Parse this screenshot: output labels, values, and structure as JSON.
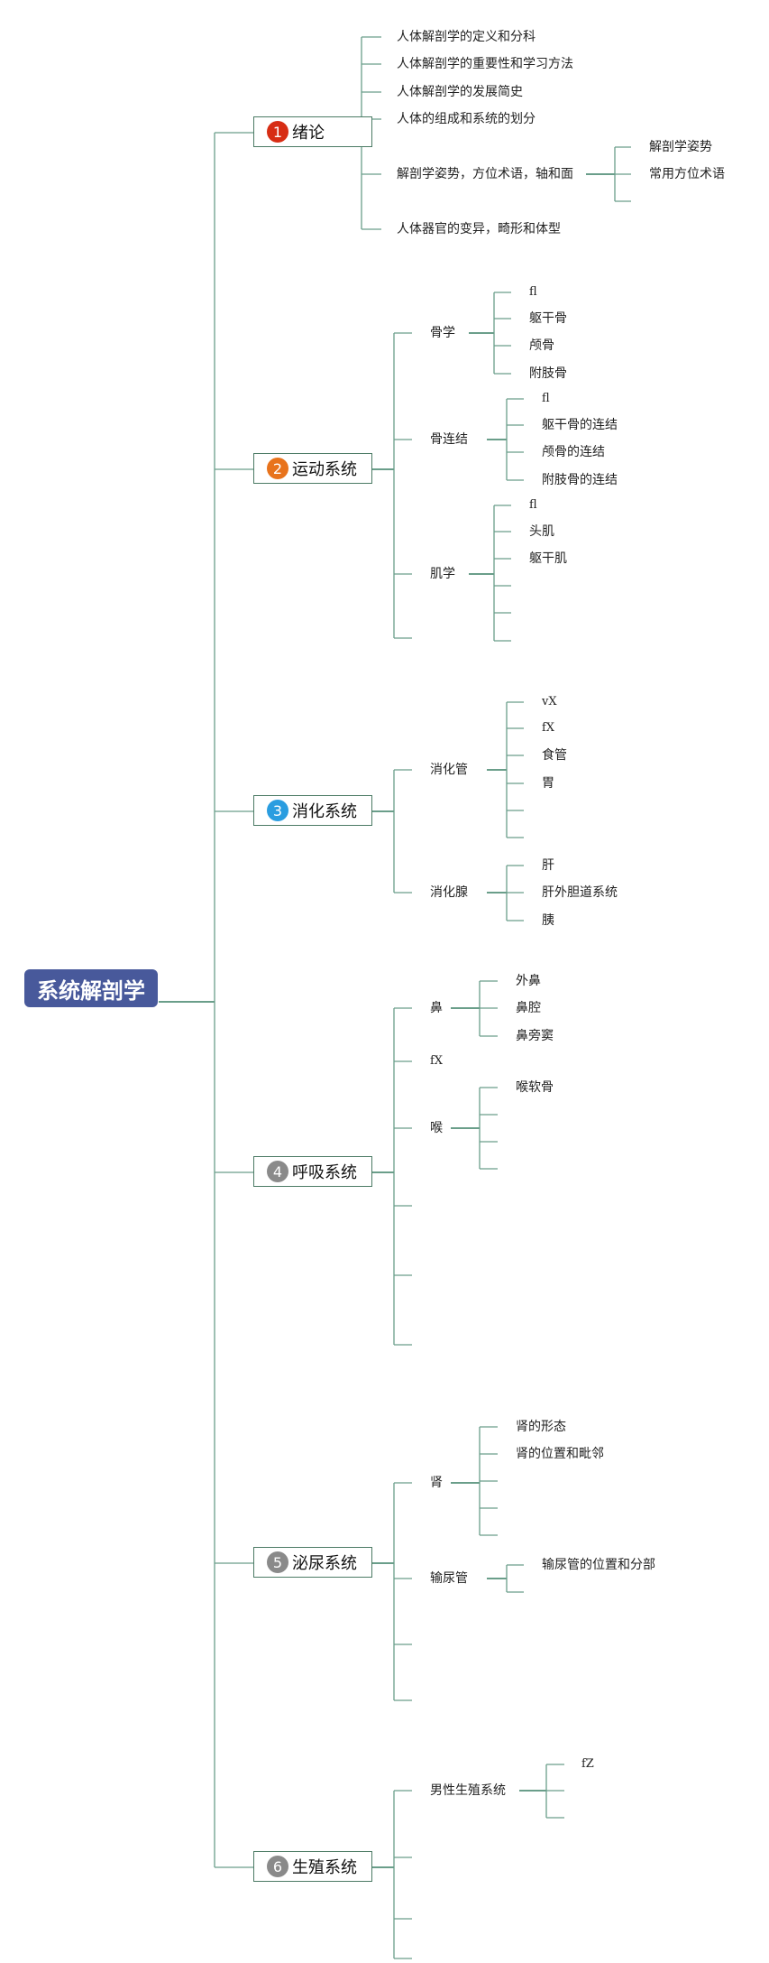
{
  "root": "系统解剖学",
  "colors": {
    "root_bg": "#48599b",
    "line": "#6a9e8a",
    "badge_1": "#d72d14",
    "badge_2": "#e8731c",
    "badge_3": "#2a9de0",
    "badge_gray": "#8a8a8a"
  },
  "chapters": [
    {
      "num": "1",
      "title": "绪论"
    },
    {
      "num": "2",
      "title": "运动系统"
    },
    {
      "num": "3",
      "title": "消化系统"
    },
    {
      "num": "4",
      "title": "呼吸系统"
    },
    {
      "num": "5",
      "title": "泌尿系统"
    },
    {
      "num": "6",
      "title": "生殖系统"
    }
  ],
  "intro": {
    "items": [
      "人体解剖学的定义和分科",
      "人体解剖学的重要性和学习方法",
      "人体解剖学的发展简史",
      "人体的组成和系统的划分",
      "解剖学姿势，方位术语，轴和面",
      "人体器官的变异，畸形和体型"
    ],
    "posture_children": [
      "解剖学姿势",
      "常用方位术语"
    ]
  },
  "motor": {
    "subs": [
      "骨学",
      "骨连结",
      "肌学"
    ],
    "bones": [
      "fl",
      "躯干骨",
      "颅骨",
      "附肢骨"
    ],
    "joints": [
      "fl",
      "躯干骨的连结",
      "颅骨的连结",
      "附肢骨的连结"
    ],
    "muscles": [
      "fl",
      "头肌",
      "躯干肌"
    ]
  },
  "digestive": {
    "subs": [
      "消化管",
      "消化腺"
    ],
    "tract": [
      "vX",
      "fX",
      "食管",
      "胃"
    ],
    "glands": [
      "肝",
      "肝外胆道系统",
      "胰"
    ]
  },
  "respiratory": {
    "subs": [
      "鼻",
      "fX",
      "喉"
    ],
    "nose": [
      "外鼻",
      "鼻腔",
      "鼻旁窦"
    ],
    "larynx": [
      "喉软骨"
    ]
  },
  "urinary": {
    "subs": [
      "肾",
      "输尿管"
    ],
    "kidney": [
      "肾的形态",
      "肾的位置和毗邻"
    ],
    "ureter": [
      "输尿管的位置和分部"
    ]
  },
  "reproductive": {
    "subs": [
      "男性生殖系统"
    ],
    "male": [
      "fZ"
    ]
  }
}
